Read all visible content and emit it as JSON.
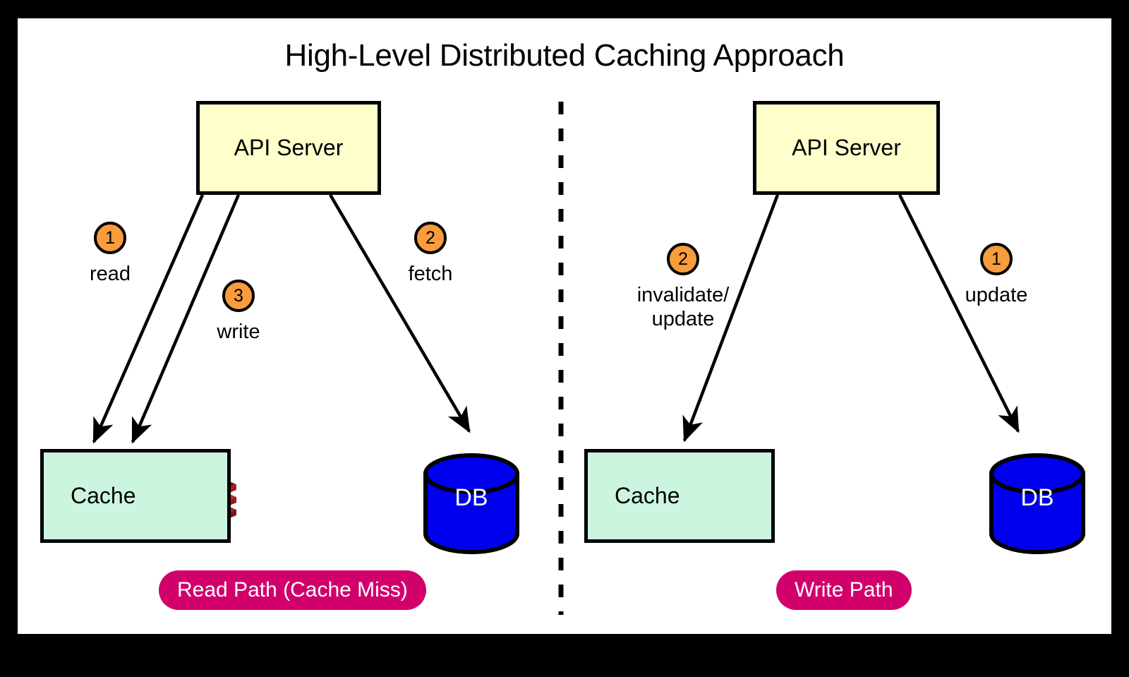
{
  "diagram": {
    "title": "High-Level Distributed Caching Approach",
    "background": "#ffffff",
    "frame_color": "#000000",
    "colors": {
      "api_box_fill": "#ffffcc",
      "cache_box_fill": "#ccf5e0",
      "db_fill": "#0000ee",
      "badge_fill": "#f89c3c",
      "pill_fill": "#d2006b",
      "stroke": "#000000",
      "redis_red": "#c6252a"
    },
    "divider": {
      "style": "dashed",
      "orientation": "vertical"
    }
  },
  "left_panel": {
    "pill_label": "Read Path (Cache Miss)",
    "api_server": {
      "label": "API Server"
    },
    "cache": {
      "label": "Cache",
      "logo": "redis-logo"
    },
    "db": {
      "label": "DB"
    },
    "steps": [
      {
        "number": "1",
        "label": "read"
      },
      {
        "number": "2",
        "label": "fetch"
      },
      {
        "number": "3",
        "label": "write"
      }
    ]
  },
  "right_panel": {
    "pill_label": "Write Path",
    "api_server": {
      "label": "API Server"
    },
    "cache": {
      "label": "Cache",
      "logo": "redis-logo"
    },
    "db": {
      "label": "DB"
    },
    "steps": [
      {
        "number": "2",
        "label": "invalidate/\nupdate"
      },
      {
        "number": "1",
        "label": "update"
      }
    ]
  }
}
